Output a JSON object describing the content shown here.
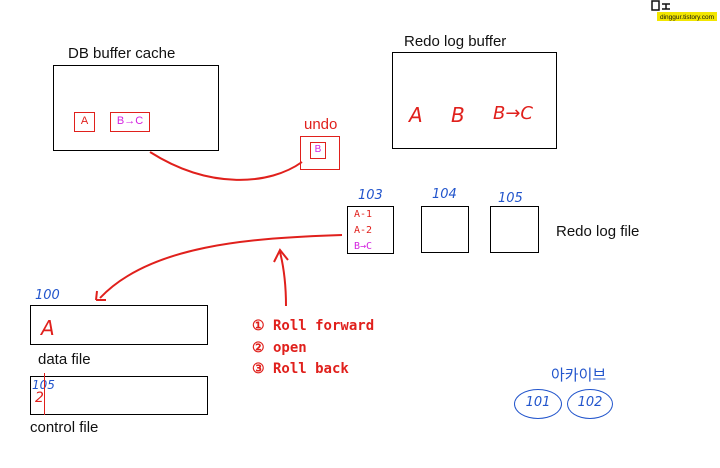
{
  "watermark": {
    "text": "dinggur.tistory.com",
    "brand_color": "#f2e600"
  },
  "db_buffer_cache": {
    "title": "DB buffer cache",
    "item_a": "A",
    "item_bc": "B→C"
  },
  "redo_log_buffer": {
    "title": "Redo log buffer",
    "entries": [
      "A",
      "B",
      "B→C"
    ]
  },
  "undo": {
    "label": "undo",
    "item": "B"
  },
  "redo_log_file": {
    "label": "Redo log file",
    "files": [
      {
        "number": "103",
        "entries": [
          "A-1",
          "A-2",
          "B→C"
        ]
      },
      {
        "number": "104",
        "entries": []
      },
      {
        "number": "105",
        "entries": []
      }
    ]
  },
  "data_file": {
    "number": "100",
    "value": "A",
    "label": "data file"
  },
  "control_file": {
    "number": "105",
    "value": "2",
    "label": "control file"
  },
  "steps": [
    "① Roll forward",
    "② open",
    "③ Roll back"
  ],
  "archive": {
    "label": "아카이브",
    "files": [
      "101",
      "102"
    ]
  },
  "colors": {
    "ink": "#e0201c",
    "blue": "#2255cc",
    "magenta": "#d321e0"
  }
}
